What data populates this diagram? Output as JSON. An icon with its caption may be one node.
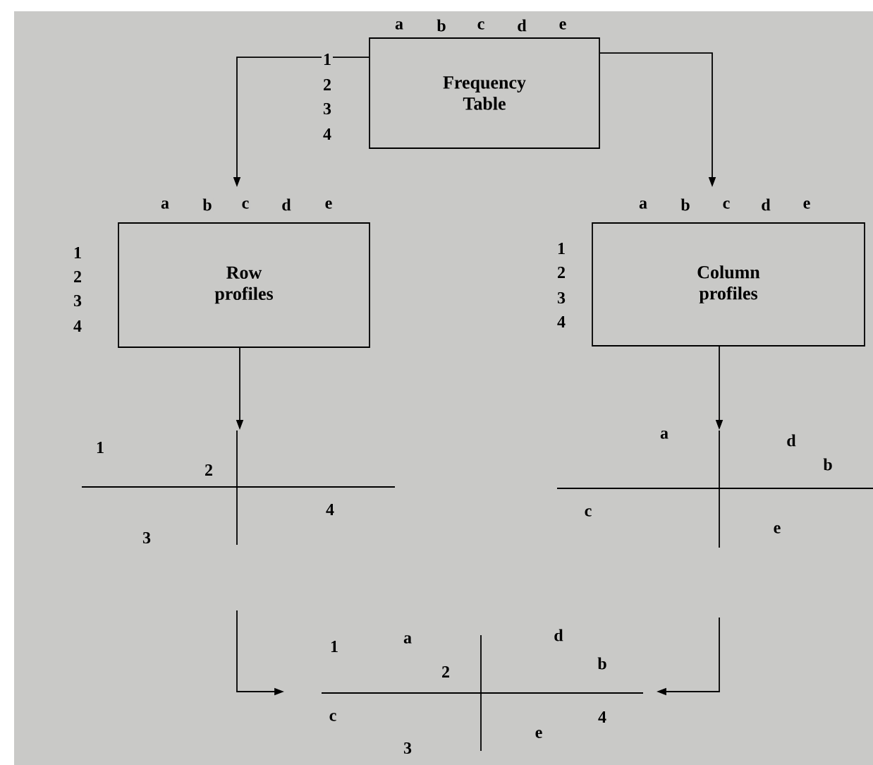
{
  "diagram": {
    "nodes": [
      {
        "text": [
          "Frequency Table"
        ],
        "beside": [
          "a",
          "b",
          "c",
          "d",
          "e",
          "1",
          "2",
          "3",
          "4"
        ]
      },
      {
        "text": [
          "Row profiles"
        ],
        "beside": [
          "a",
          "b",
          "c",
          "d",
          "e",
          "1",
          "2",
          "3",
          "4"
        ]
      },
      {
        "text": [
          "Column profiles"
        ],
        "beside": [
          "a",
          "b",
          "c",
          "d",
          "e",
          "1",
          "2",
          "3",
          "4"
        ]
      },
      {
        "text": [
          "1",
          "2",
          "4",
          "3"
        ]
      },
      {
        "text": [
          "a",
          "d",
          "b",
          "c",
          "e"
        ]
      },
      {
        "text": [
          "1",
          "a",
          "d",
          "2",
          "b",
          "c",
          "4",
          "e",
          "3"
        ]
      }
    ],
    "edges": [
      {
        "from": 0,
        "to": 1,
        "arrow": "to"
      },
      {
        "from": 0,
        "to": 2,
        "arrow": "to"
      },
      {
        "from": 1,
        "to": 3,
        "arrow": "to"
      },
      {
        "from": 2,
        "to": 4,
        "arrow": "to"
      },
      {
        "from": 3,
        "to": 5,
        "arrow": "to"
      },
      {
        "from": 4,
        "to": 5,
        "arrow": "to"
      }
    ]
  }
}
